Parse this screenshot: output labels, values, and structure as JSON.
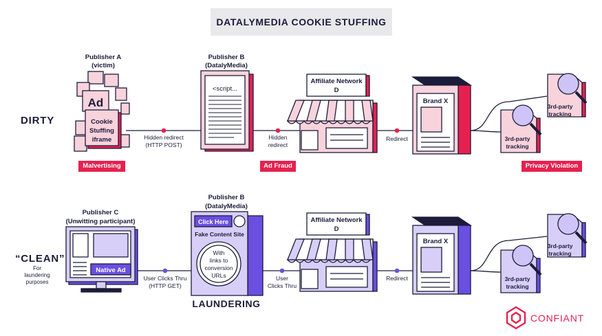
{
  "title": "DATALYMEDIA COOKIE STUFFING",
  "brand": {
    "name": "CONFIANT",
    "logo_icon": "confiant-hex-logo-icon",
    "color": "#e6214f"
  },
  "colors": {
    "dirty_accent": "#e6214f",
    "dirty_fill": "#f9d3dc",
    "clean_accent": "#6a4fe0",
    "clean_fill": "#d7cff7",
    "ink": "#1c1c3a"
  },
  "rows": {
    "dirty": {
      "label": "DIRTY",
      "publisher_a": {
        "line1": "Publisher A",
        "line2": "(victim)",
        "ad_text": "Ad",
        "iframe_line1": "Cookie",
        "iframe_line2": "Stuffing",
        "iframe_line3": "iframe"
      },
      "publisher_b": {
        "line1": "Publisher B",
        "line2": "(DatalyMedia)",
        "script_text": "<script..."
      },
      "affiliate": {
        "line1": "Affiliate Network",
        "line2": "D"
      },
      "brand_x": "Brand X",
      "tracking1": {
        "line1": "3rd-party",
        "line2": "tracking"
      },
      "tracking2": {
        "line1": "3rd-party",
        "line2": "tracking"
      },
      "edge1": {
        "line1": "Hidden redirect",
        "line2": "(HTTP POST)"
      },
      "edge2": {
        "line1": "Hidden",
        "line2": "redirect"
      },
      "edge3": "Redirect",
      "tags": {
        "malvertising": "Malvertising",
        "ad_fraud": "Ad Fraud",
        "privacy": "Privacy Violation"
      }
    },
    "clean": {
      "label": "“CLEAN”",
      "sublabel": {
        "line1": "For",
        "line2": "laundering",
        "line3": "purposes"
      },
      "publisher_c": {
        "line1": "Publisher C",
        "line2": "(Unwitting participant)",
        "native_ad": "Native Ad"
      },
      "publisher_b": {
        "line1": "Publisher B",
        "line2": "(DatalyMedia)",
        "click_here": "Click Here",
        "site_label": "Fake Content Site",
        "circle_line1": "With",
        "circle_line2": "links to",
        "circle_line3": "conversion",
        "circle_line4": "URLs"
      },
      "laundering": "LAUNDERING",
      "affiliate": {
        "line1": "Affiliate Network",
        "line2": "D"
      },
      "brand_x": "Brand X",
      "tracking1": {
        "line1": "3rd-party",
        "line2": "tracking"
      },
      "tracking2": {
        "line1": "3rd-party",
        "line2": "tracking"
      },
      "edge1": {
        "line1": "User Clicks Thru",
        "line2": "(HTTP GET)"
      },
      "edge2": {
        "line1": "User",
        "line2": "Clicks Thru"
      },
      "edge3": "Redirect"
    }
  }
}
